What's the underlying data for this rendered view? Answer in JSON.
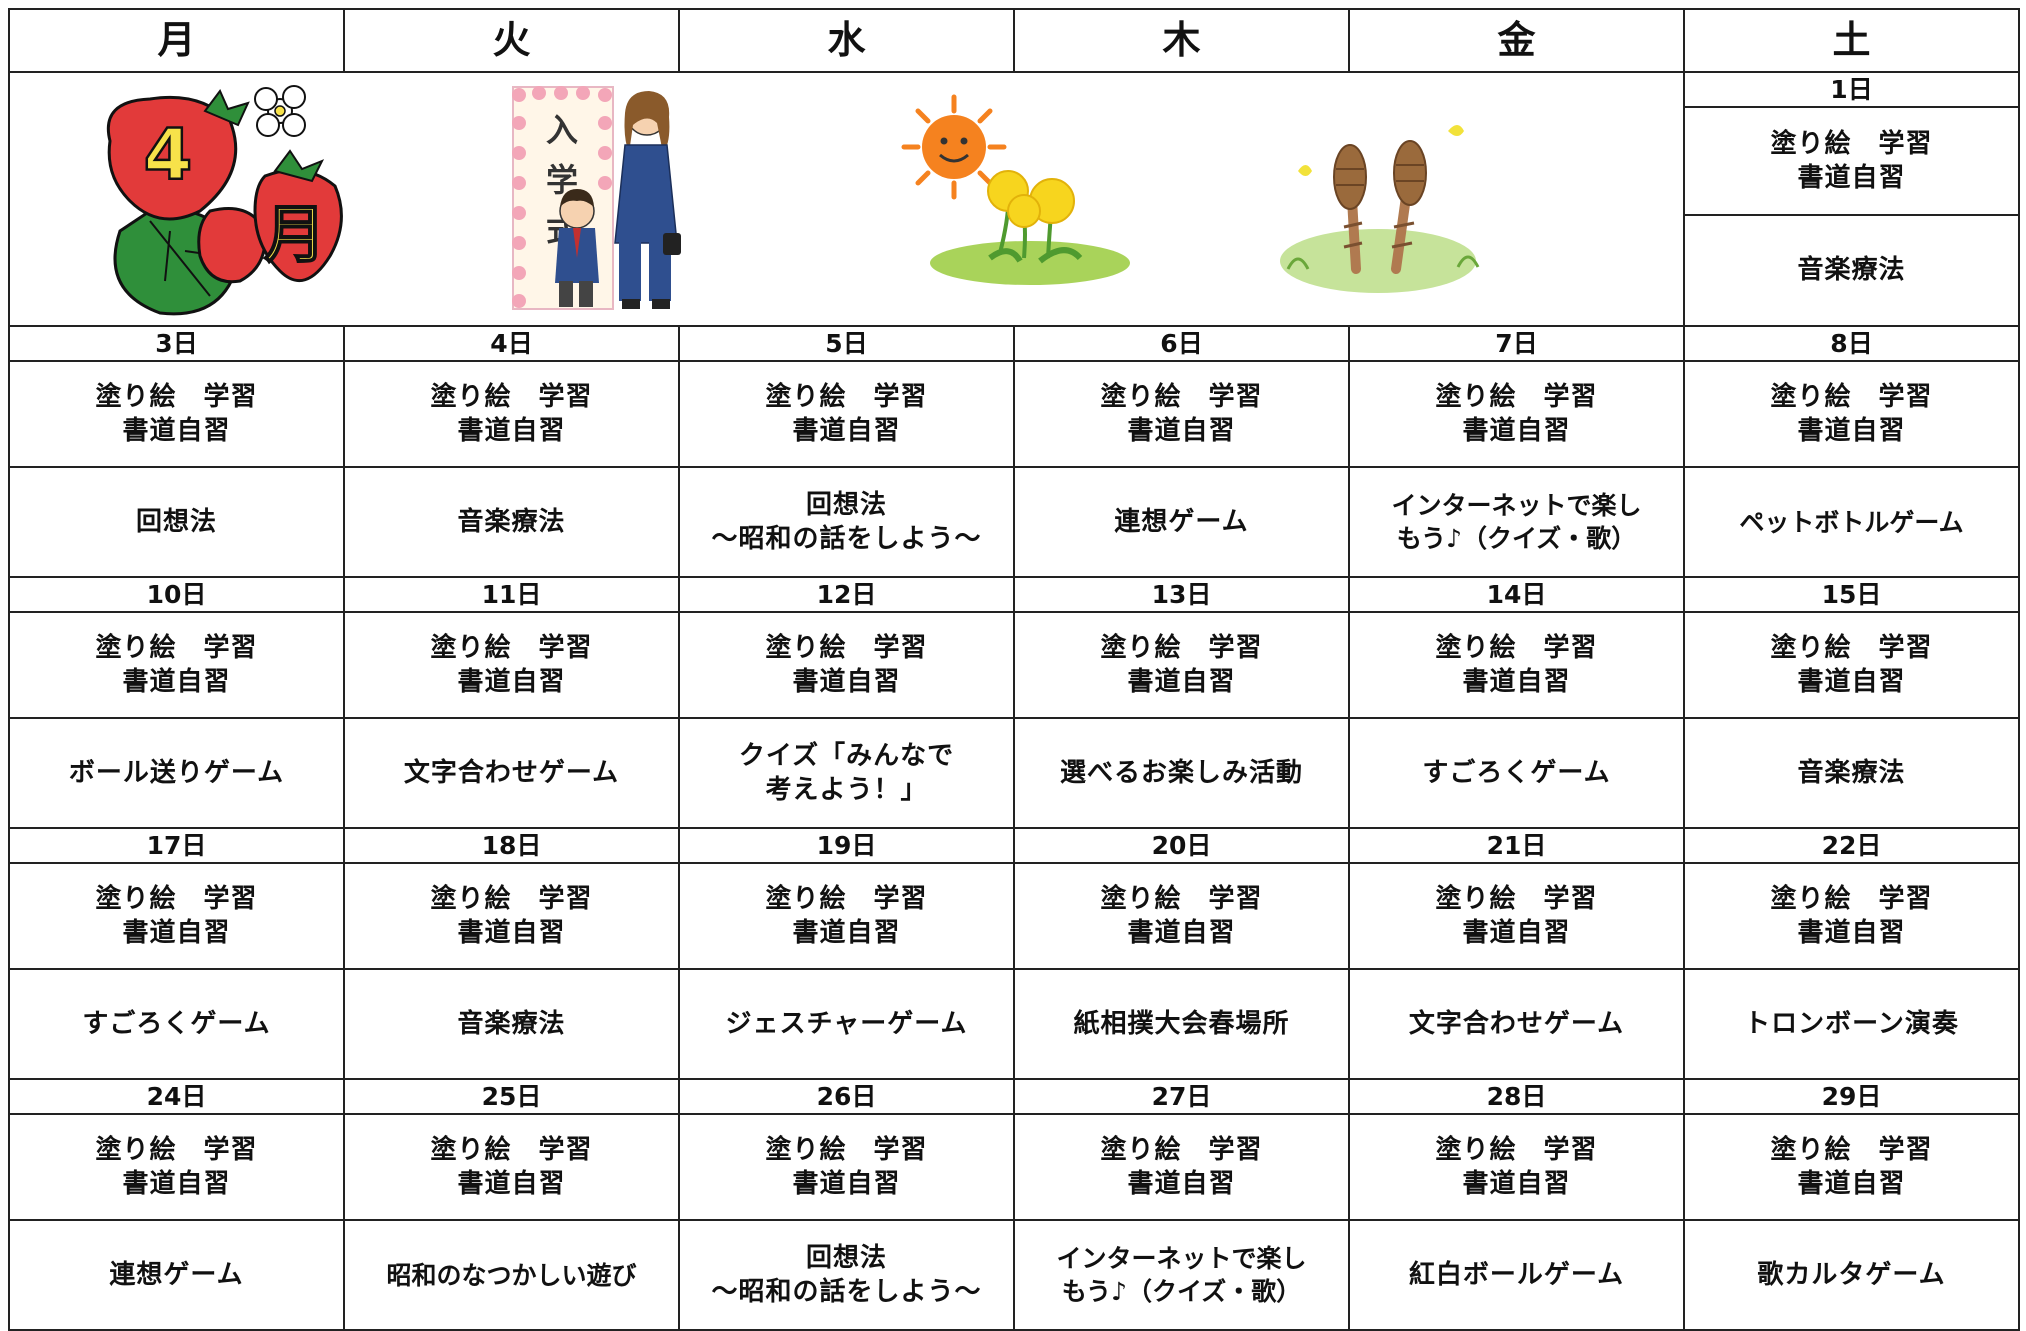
{
  "weekdays": [
    "月",
    "火",
    "水",
    "木",
    "金",
    "土"
  ],
  "week0": {
    "date": "1日",
    "a": "塗り絵　学習\n書道自習",
    "b": "音楽療法"
  },
  "weeks": [
    {
      "dates": [
        "3日",
        "4日",
        "5日",
        "6日",
        "7日",
        "8日"
      ],
      "a": [
        "塗り絵　学習\n書道自習",
        "塗り絵　学習\n書道自習",
        "塗り絵　学習\n書道自習",
        "塗り絵　学習\n書道自習",
        "塗り絵　学習\n書道自習",
        "塗り絵　学習\n書道自習"
      ],
      "b": [
        "回想法",
        "音楽療法",
        "回想法\n～昭和の話をしよう～",
        "連想ゲーム",
        "インターネットで楽し\nもう♪（クイズ・歌）",
        "ペットボトルゲーム"
      ]
    },
    {
      "dates": [
        "10日",
        "11日",
        "12日",
        "13日",
        "14日",
        "15日"
      ],
      "a": [
        "塗り絵　学習\n書道自習",
        "塗り絵　学習\n書道自習",
        "塗り絵　学習\n書道自習",
        "塗り絵　学習\n書道自習",
        "塗り絵　学習\n書道自習",
        "塗り絵　学習\n書道自習"
      ],
      "b": [
        "ボール送りゲーム",
        "文字合わせゲーム",
        "クイズ「みんなで\n考えよう！」",
        "選べるお楽しみ活動",
        "すごろくゲーム",
        "音楽療法"
      ]
    },
    {
      "dates": [
        "17日",
        "18日",
        "19日",
        "20日",
        "21日",
        "22日"
      ],
      "a": [
        "塗り絵　学習\n書道自習",
        "塗り絵　学習\n書道自習",
        "塗り絵　学習\n書道自習",
        "塗り絵　学習\n書道自習",
        "塗り絵　学習\n書道自習",
        "塗り絵　学習\n書道自習"
      ],
      "b": [
        "すごろくゲーム",
        "音楽療法",
        "ジェスチャーゲーム",
        "紙相撲大会春場所",
        "文字合わせゲーム",
        "トロンボーン演奏"
      ]
    },
    {
      "dates": [
        "24日",
        "25日",
        "26日",
        "27日",
        "28日",
        "29日"
      ],
      "a": [
        "塗り絵　学習\n書道自習",
        "塗り絵　学習\n書道自習",
        "塗り絵　学習\n書道自習",
        "塗り絵　学習\n書道自習",
        "塗り絵　学習\n書道自習",
        "塗り絵　学習\n書道自習"
      ],
      "b": [
        "連想ゲーム",
        "昭和のなつかしい遊び",
        "回想法\n～昭和の話をしよう～",
        "インターネットで楽し\nもう♪（クイズ・歌）",
        "紅白ボールゲーム",
        "歌カルタゲーム"
      ]
    }
  ],
  "illustrations": {
    "month_badge_number": "4",
    "month_badge_kanji": "月",
    "ceremony_sign": [
      "入",
      "学",
      "式"
    ],
    "icons": [
      "strawberry-icon",
      "ceremony-icon",
      "sun-dandelion-icon",
      "horsetail-icon"
    ]
  },
  "colors": {
    "berry": "#e23a3a",
    "leaf": "#2f8f3a",
    "badge": "#f7e24a",
    "sun": "#f5821f",
    "grass": "#a9d35a"
  }
}
